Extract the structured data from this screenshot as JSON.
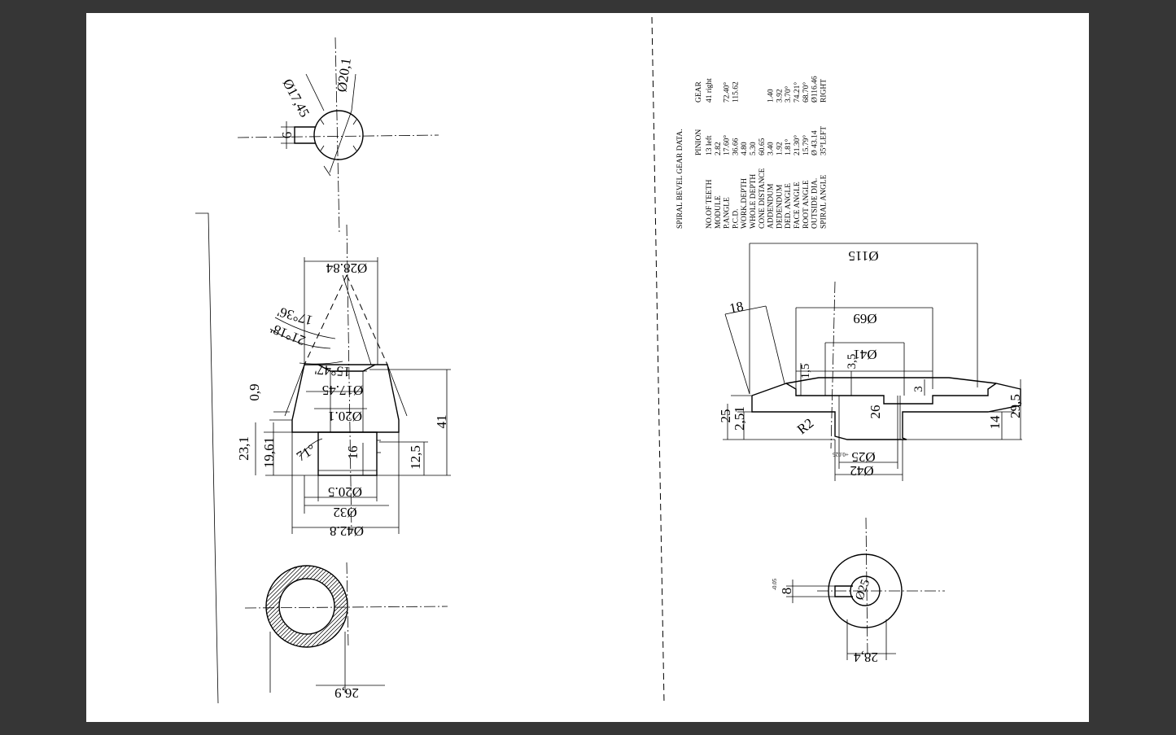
{
  "drawing": {
    "top_view_pinion": {
      "dim_key": "6",
      "dim_inner": "Ø17,45",
      "dim_outer": "Ø20,1"
    },
    "pinion_section": {
      "dims": {
        "d_top": "Ø28.84",
        "ang_1": "17°36'",
        "ang_2": "21°18'",
        "ang_3": "15°47'",
        "d_1745": "Ø17.45",
        "d_201": "Ø20.1",
        "h_09": "0,9",
        "h_231": "23,1",
        "h_1961": "19,61",
        "ang_71": "71°",
        "h_16": "16",
        "h_125": "12,5",
        "h_41": "41",
        "d_205": "Ø20.5",
        "d_32": "Ø32",
        "d_428": "Ø42.8"
      }
    },
    "bottom_view_pinion": {
      "dim": "26,9"
    },
    "gear_data_table": {
      "title": "SPIRAL BEVEL GEAR DATA.",
      "headers": [
        "",
        "PINION",
        "GEAR"
      ],
      "rows": [
        [
          "NO.OF TEETH",
          "13   left",
          "41 right"
        ],
        [
          "MODULE",
          "2.82",
          ""
        ],
        [
          "P.ANGLE",
          "17.60°",
          "72.40°"
        ],
        [
          "P.C.D.",
          "36.66",
          "115.62"
        ],
        [
          "WORK.DEPTH",
          "4.80",
          ""
        ],
        [
          "WHOLE DEPTH",
          "5.30",
          ""
        ],
        [
          "CONE DISTANCE",
          "60.65",
          ""
        ],
        [
          "ADDENDUM",
          "3.40",
          "1.40"
        ],
        [
          "DEDENDUM",
          "1.92",
          "3.92"
        ],
        [
          "DED. ANGLE",
          "1.81°",
          "3.70°"
        ],
        [
          "FACE ANGLE",
          "21.30°",
          "74.21°"
        ],
        [
          "ROOT ANGLE",
          "15.79°",
          "68.70°"
        ],
        [
          "OUTSIDE DIA.",
          "Ø 43.14",
          "Ø116.46"
        ],
        [
          "SPIRAL ANGLE",
          "35°LEFT",
          "RIGHT"
        ]
      ]
    },
    "gear_section": {
      "dims": {
        "d_115": "Ø115",
        "chamfer_18": "18",
        "d_69": "Ø69",
        "d_41": "Ø41",
        "h_15": "1,5",
        "h_35": "3,5",
        "h_3": "3",
        "h_25": "25",
        "h_251": "2,51",
        "r_2": "R2",
        "h_26": "26",
        "h_14": "14",
        "h_295": "29,5",
        "d_25": "Ø25",
        "tol_25": "+0.025",
        "d_42": "Ø42"
      }
    },
    "bottom_view_gear": {
      "dim_key": "8",
      "tol_key": "-0.05",
      "d_bore": "Ø25",
      "dim_keyway": "28,4"
    }
  }
}
